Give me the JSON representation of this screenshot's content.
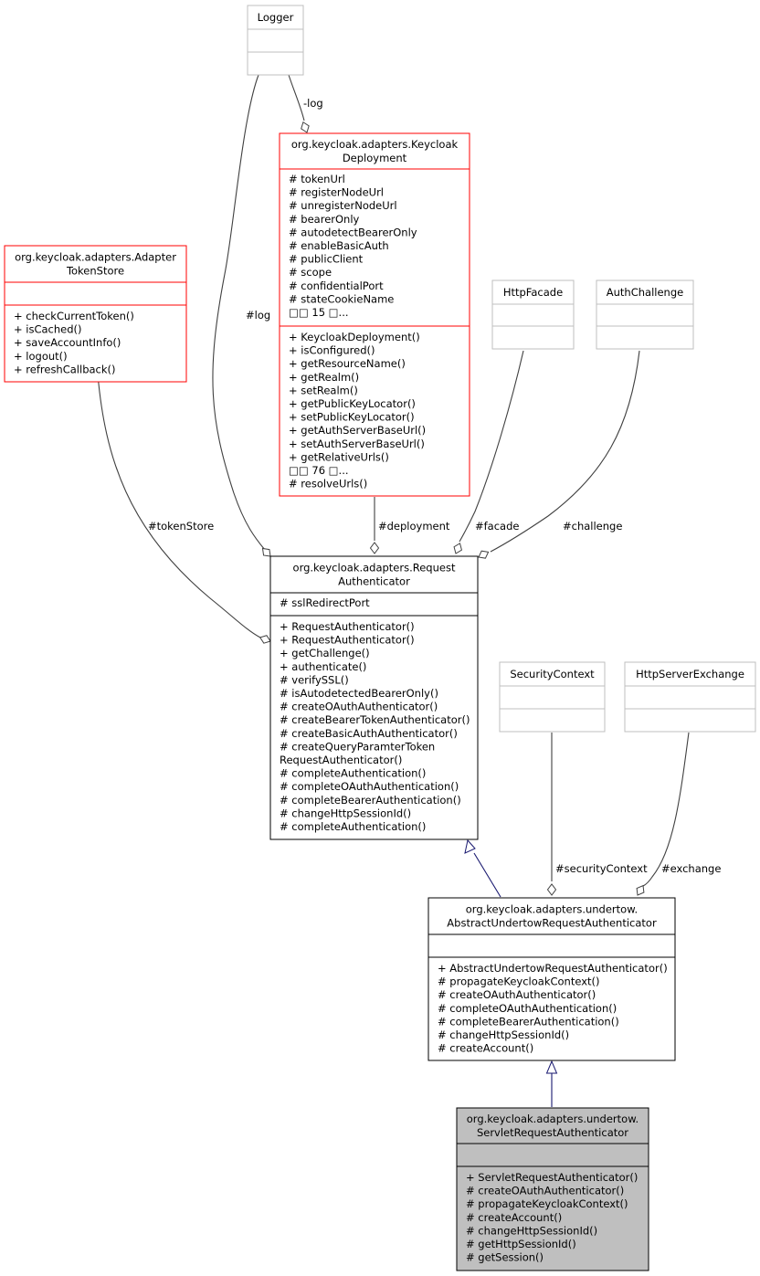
{
  "colors": {
    "background": "#ffffff",
    "text": "#000000",
    "edge": "#404040",
    "inheritance_edge": "#191970",
    "focus_fill": "#bfbfbf",
    "focus_border": "#000000",
    "documented_border": "#ff0000",
    "external_border": "#bfbfbf",
    "normal_border": "#000000"
  },
  "classes": {
    "logger": {
      "title": [
        "Logger"
      ],
      "attributes": [],
      "methods": []
    },
    "keycloak_deployment": {
      "title": [
        "org.keycloak.adapters.Keycloak",
        "Deployment"
      ],
      "attributes": [
        "# tokenUrl",
        "# registerNodeUrl",
        "# unregisterNodeUrl",
        "# bearerOnly",
        "# autodetectBearerOnly",
        "# enableBasicAuth",
        "# publicClient",
        "# scope",
        "# confidentialPort",
        "# stateCookieName",
        "□□ 15 □..."
      ],
      "methods": [
        "+ KeycloakDeployment()",
        "+ isConfigured()",
        "+ getResourceName()",
        "+ getRealm()",
        "+ setRealm()",
        "+ getPublicKeyLocator()",
        "+ setPublicKeyLocator()",
        "+ getAuthServerBaseUrl()",
        "+ setAuthServerBaseUrl()",
        "+ getRelativeUrls()",
        "□□ 76 □...",
        "# resolveUrls()"
      ]
    },
    "adapter_token_store": {
      "title": [
        "org.keycloak.adapters.Adapter",
        "TokenStore"
      ],
      "attributes": [],
      "methods": [
        "+ checkCurrentToken()",
        "+ isCached()",
        "+ saveAccountInfo()",
        "+ logout()",
        "+ refreshCallback()"
      ]
    },
    "http_facade": {
      "title": [
        "HttpFacade"
      ],
      "attributes": [],
      "methods": []
    },
    "auth_challenge": {
      "title": [
        "AuthChallenge"
      ],
      "attributes": [],
      "methods": []
    },
    "request_authenticator": {
      "title": [
        "org.keycloak.adapters.Request",
        "Authenticator"
      ],
      "attributes": [
        "# sslRedirectPort"
      ],
      "methods": [
        "+ RequestAuthenticator()",
        "+ RequestAuthenticator()",
        "+ getChallenge()",
        "+ authenticate()",
        "# verifySSL()",
        "# isAutodetectedBearerOnly()",
        "# createOAuthAuthenticator()",
        "# createBearerTokenAuthenticator()",
        "# createBasicAuthAuthenticator()",
        "# createQueryParamterToken",
        "RequestAuthenticator()",
        "# completeAuthentication()",
        "# completeOAuthAuthentication()",
        "# completeBearerAuthentication()",
        "# changeHttpSessionId()",
        "# completeAuthentication()"
      ]
    },
    "security_context": {
      "title": [
        "SecurityContext"
      ],
      "attributes": [],
      "methods": []
    },
    "http_server_exchange": {
      "title": [
        "HttpServerExchange"
      ],
      "attributes": [],
      "methods": []
    },
    "abstract_undertow": {
      "title": [
        "org.keycloak.adapters.undertow.",
        "AbstractUndertowRequestAuthenticator"
      ],
      "attributes": [],
      "methods": [
        "+ AbstractUndertowRequestAuthenticator()",
        "# propagateKeycloakContext()",
        "# createOAuthAuthenticator()",
        "# completeOAuthAuthentication()",
        "# completeBearerAuthentication()",
        "# changeHttpSessionId()",
        "# createAccount()"
      ]
    },
    "servlet_request_authenticator": {
      "title": [
        "org.keycloak.adapters.undertow.",
        "ServletRequestAuthenticator"
      ],
      "attributes": [],
      "methods": [
        "+ ServletRequestAuthenticator()",
        "# createOAuthAuthenticator()",
        "# propagateKeycloakContext()",
        "# createAccount()",
        "# changeHttpSessionId()",
        "# getHttpSessionId()",
        "# getSession()"
      ]
    }
  },
  "edge_labels": {
    "log_to_deployment": "-log",
    "log_to_request": "#log",
    "token_store": "#tokenStore",
    "deployment": "#deployment",
    "facade": "#facade",
    "challenge": "#challenge",
    "security_context": "#securityContext",
    "exchange": "#exchange"
  }
}
